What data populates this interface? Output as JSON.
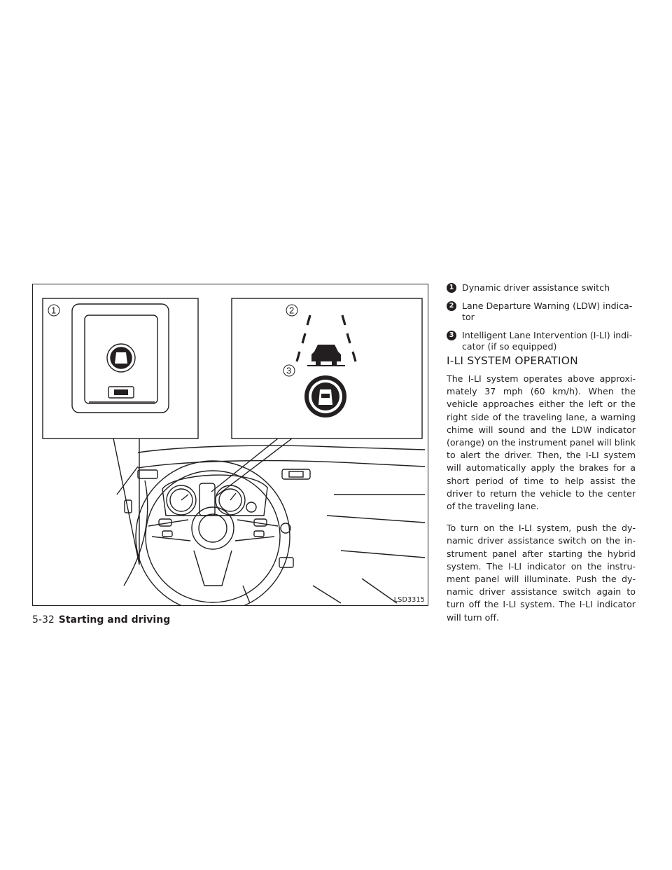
{
  "figure": {
    "code": "LSD3315",
    "callouts": [
      "1",
      "2",
      "3"
    ]
  },
  "legend": [
    {
      "number": "1",
      "text": "Dynamic driver assistance switch"
    },
    {
      "number": "2",
      "text": "Lane Departure Warning (LDW) indica­tor"
    },
    {
      "number": "3",
      "text": "Intelligent Lane Intervention (I-LI) indi­cator (if so equipped)"
    }
  ],
  "section": {
    "title": "I-LI SYSTEM OPERATION",
    "paragraphs": [
      "The I-LI system operates above approxi­mately 37 mph (60 km/h). When the vehicle approaches either the left or the right side of the traveling lane, a warning chime will sound and the LDW indicator (orange) on the instrument panel will blink to alert the driver. Then, the I-LI system will automati­cally apply the brakes for a short period of time to help assist the driver to return the vehicle to the center of the traveling lane.",
      "To turn on the I-LI system, push the dy­namic driver assistance switch on the in­strument panel after starting the hybrid system. The I-LI indicator on the instru­ment panel will illuminate. Push the dy­namic driver assistance switch again to turn off the I-LI system. The I-LI indicator will turn off."
    ]
  },
  "footer": {
    "page": "5-32",
    "chapter": "Starting and driving"
  }
}
